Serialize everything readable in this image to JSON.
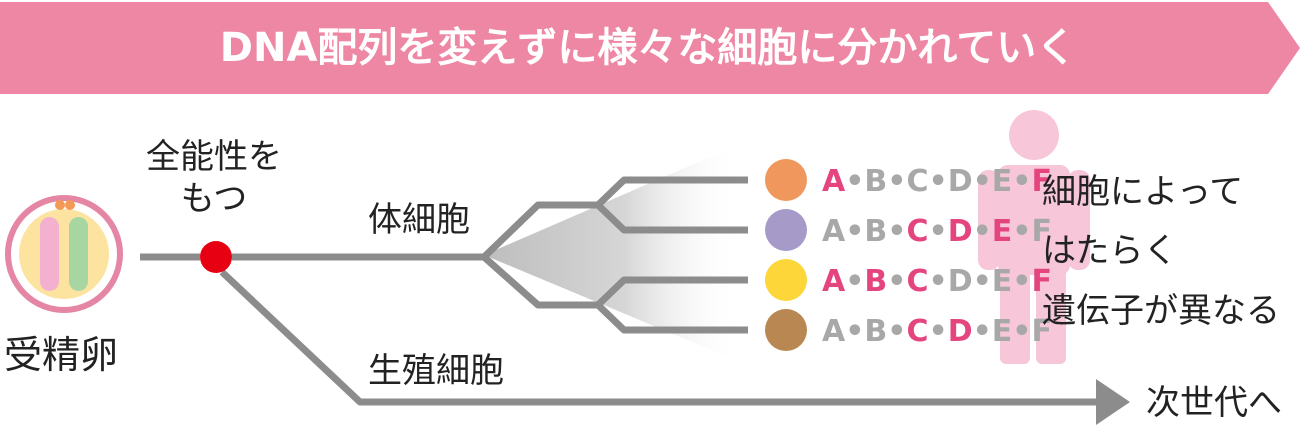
{
  "banner": {
    "title": "DNA配列を変えずに様々な細胞に分かれていく",
    "color": "#ee87a3"
  },
  "labels": {
    "fertilized_egg": "受精卵",
    "totipotent_line1": "全能性を",
    "totipotent_line2": "もつ",
    "somatic_cell": "体細胞",
    "germ_cell": "生殖細胞",
    "next_generation": "次世代へ"
  },
  "note": {
    "lines": [
      "細胞によって",
      "はたらく",
      "遺伝子が異なる"
    ]
  },
  "separator": "•",
  "colors": {
    "line": "#8c8c8c",
    "gene_active": "#e4457f",
    "gene_inactive": "#a8a8a8",
    "origin_dot": "#e60012",
    "figure": "#f7c6d8",
    "egg_outer": "#e486a4",
    "egg_inner": "#fce3a0",
    "chromosome_left": "#f4b1cf",
    "chromosome_right": "#a7d6a2",
    "egg_dot": "#f39a56"
  },
  "cells": [
    {
      "color": "#f0975e",
      "genes": [
        {
          "letter": "A",
          "active": true
        },
        {
          "letter": "B",
          "active": false
        },
        {
          "letter": "C",
          "active": false
        },
        {
          "letter": "D",
          "active": false
        },
        {
          "letter": "E",
          "active": false
        },
        {
          "letter": "F",
          "active": true
        }
      ]
    },
    {
      "color": "#a69ac9",
      "genes": [
        {
          "letter": "A",
          "active": false
        },
        {
          "letter": "B",
          "active": false
        },
        {
          "letter": "C",
          "active": true
        },
        {
          "letter": "D",
          "active": true
        },
        {
          "letter": "E",
          "active": true
        },
        {
          "letter": "F",
          "active": false
        }
      ]
    },
    {
      "color": "#fdd63a",
      "genes": [
        {
          "letter": "A",
          "active": true
        },
        {
          "letter": "B",
          "active": true
        },
        {
          "letter": "C",
          "active": true
        },
        {
          "letter": "D",
          "active": false
        },
        {
          "letter": "E",
          "active": false
        },
        {
          "letter": "F",
          "active": true
        }
      ]
    },
    {
      "color": "#b98751",
      "genes": [
        {
          "letter": "A",
          "active": false
        },
        {
          "letter": "B",
          "active": false
        },
        {
          "letter": "C",
          "active": true
        },
        {
          "letter": "D",
          "active": true
        },
        {
          "letter": "E",
          "active": false
        },
        {
          "letter": "F",
          "active": false
        }
      ]
    }
  ]
}
